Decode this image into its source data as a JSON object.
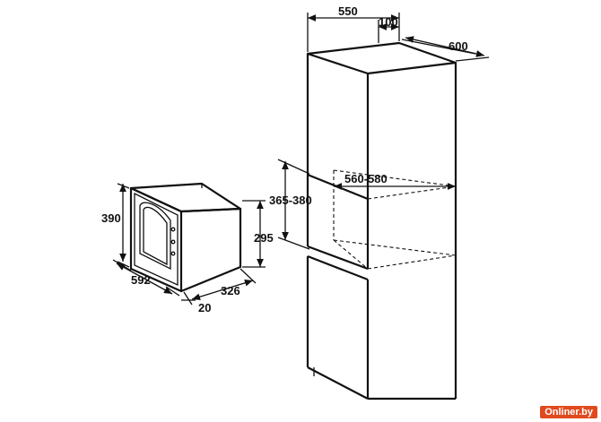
{
  "dimensions": {
    "cabinet_width": "550",
    "cabinet_top_offset": "100",
    "cabinet_depth": "600",
    "niche_width": "560-580",
    "niche_height": "365-380",
    "oven_height": "390",
    "oven_width": "592",
    "oven_depth": "326",
    "oven_front": "20",
    "oven_inner_height": "295"
  },
  "watermark": {
    "text": "Onliner.by"
  }
}
